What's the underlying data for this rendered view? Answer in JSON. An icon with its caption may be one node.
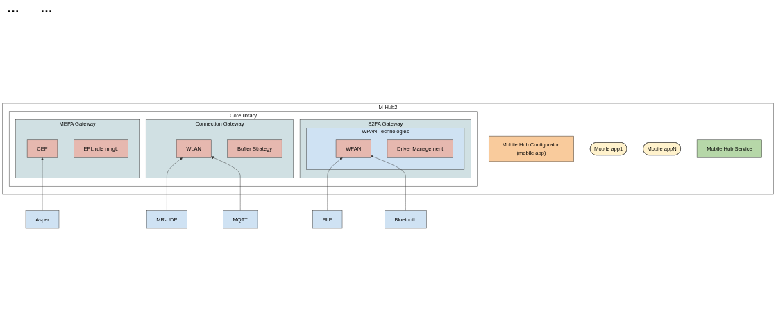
{
  "diagram": {
    "nodes": [
      {
        "text": [
          "M-Hub2"
        ]
      },
      {
        "text": [
          "Mobile Hub Configurator (mobile app)"
        ],
        "in": 0
      },
      {
        "text": [
          "Mobile app1"
        ],
        "in": 0
      },
      {
        "text": [
          "Mobile appN"
        ],
        "in": 0
      },
      {
        "text": [
          "Mobile Hub Service"
        ],
        "in": 0
      },
      {
        "text": [
          "Core library"
        ],
        "in": 0
      },
      {
        "text": [
          "S2PA Gateway"
        ],
        "in": 5
      },
      {
        "text": [
          "WPAN Technologies"
        ],
        "in": 6
      },
      {
        "text": [
          "WPAN"
        ],
        "in": 7
      },
      {
        "text": [
          "Driver Management"
        ],
        "in": 7
      },
      {
        "text": [
          "Connection Gateway"
        ],
        "in": 5
      },
      {
        "text": [
          "WLAN"
        ],
        "in": 10
      },
      {
        "text": [
          "Buffer Strategy"
        ],
        "in": 10
      },
      {
        "text": [
          "MEPA Gateway"
        ],
        "in": 5
      },
      {
        "text": [
          "CEP"
        ],
        "in": 13
      },
      {
        "text": [
          "EPL rule mngt."
        ],
        "in": 13
      },
      {
        "text": [
          "BLE"
        ]
      },
      {
        "text": [
          "Bluetooth"
        ]
      },
      {
        "text": [
          "MR-UDP"
        ]
      },
      {
        "text": [
          "MQTT"
        ]
      },
      {
        "text": [
          "Asper"
        ]
      }
    ],
    "edges": [
      {
        "from": 16,
        "to": 8,
        "arrow": "to"
      },
      {
        "from": 17,
        "to": 8,
        "arrow": "to"
      },
      {
        "from": 18,
        "to": 11,
        "arrow": "to"
      },
      {
        "from": 19,
        "to": 11,
        "arrow": "to"
      },
      {
        "from": 20,
        "to": 14,
        "arrow": "to"
      }
    ],
    "labels": [
      "…",
      "…"
    ]
  }
}
